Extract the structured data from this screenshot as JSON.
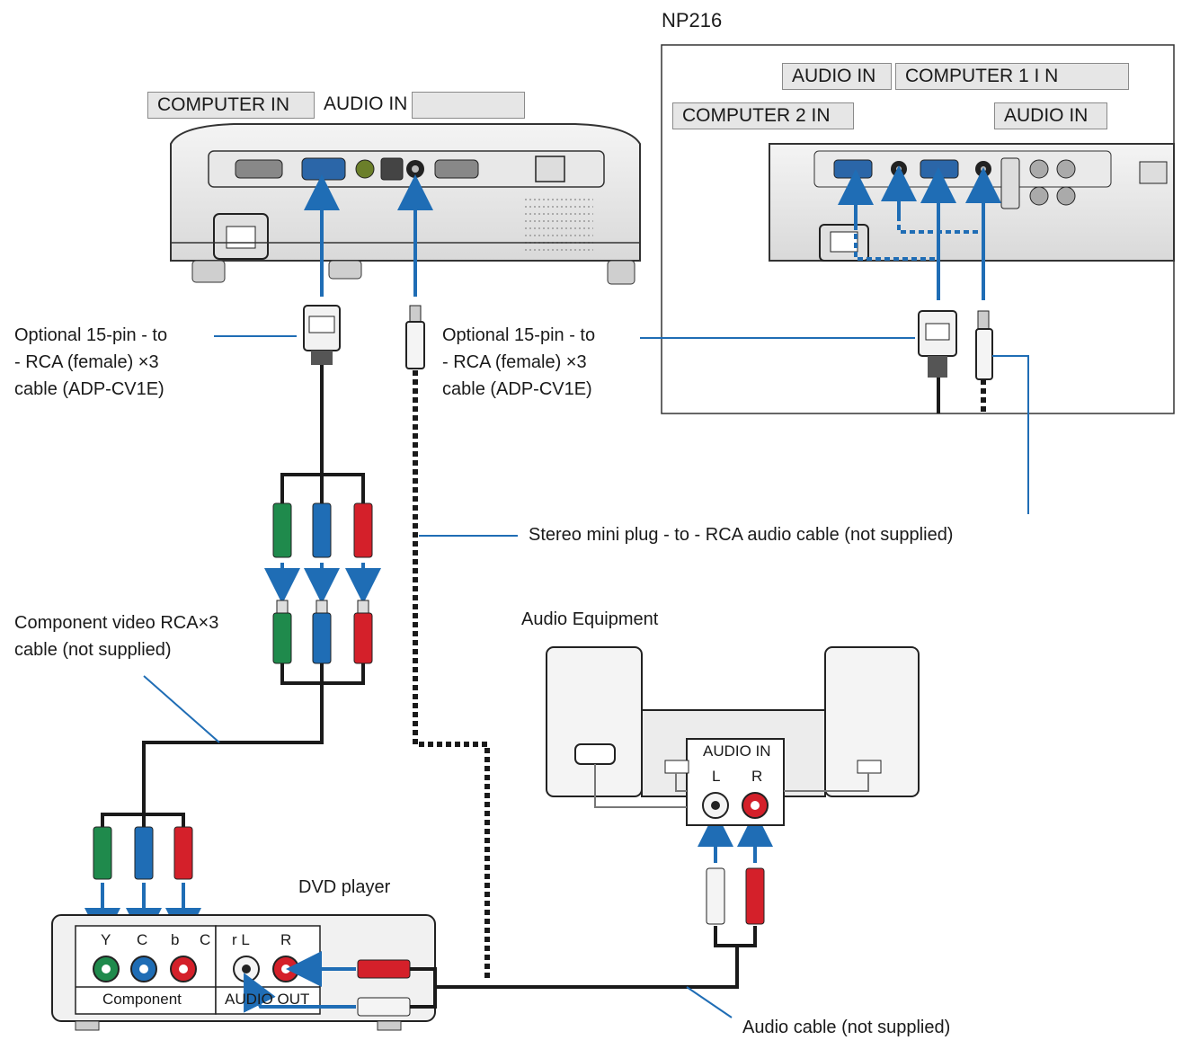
{
  "model_label": "NP216",
  "main_projector": {
    "label_left": "COMPUTER IN",
    "label_mid": "AUDIO IN",
    "label_empty": ""
  },
  "inset": {
    "label_audio_in_1": "AUDIO IN",
    "label_computer_1_in": "COMPUTER 1 I N",
    "label_computer_2_in": "COMPUTER 2 IN",
    "label_audio_in_2": "AUDIO IN"
  },
  "callouts": {
    "cable_left_line1": "Optional 15-pin - to",
    "cable_left_line2": "- RCA (female) ×3",
    "cable_left_line3": "cable (ADP-CV1E)",
    "cable_right_line1": "Optional 15-pin - to",
    "cable_right_line2": "- RCA (female) ×3",
    "cable_right_line3": "cable (ADP-CV1E)",
    "stereo_mini": "Stereo mini plug - to - RCA audio cable (not supplied)",
    "component_line1": "Component video RCA×3",
    "component_line2": "cable (not supplied)",
    "audio_cable": "Audio cable (not supplied)"
  },
  "audio_equipment": {
    "title": "Audio Equipment",
    "panel_title": "AUDIO IN",
    "left": "L",
    "right": "R"
  },
  "dvd": {
    "title": "DVD player",
    "y": "Y",
    "cb": "C",
    "b": "b",
    "cr": "C",
    "rl": "r L",
    "r": "R",
    "component": "Component",
    "audio_out": "AUDIO OUT"
  },
  "colors": {
    "arrow": "#1f6db5",
    "cable": "#1a1a1a",
    "green": "#1f8a4c",
    "blue": "#1f6db5",
    "red": "#d4202a",
    "box": "#e6e6e6"
  }
}
